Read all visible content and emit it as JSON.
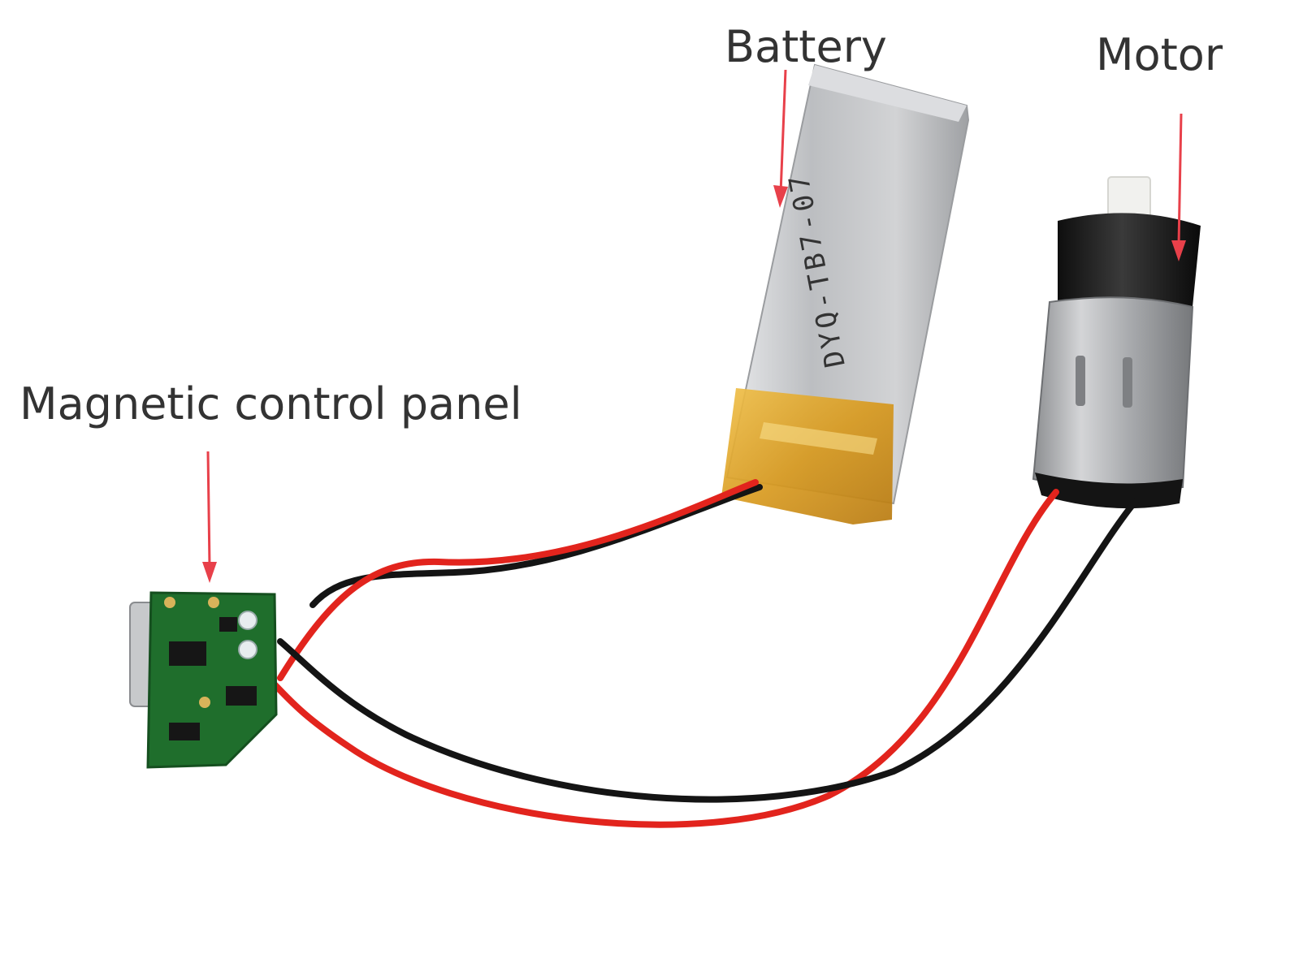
{
  "labels": {
    "battery": "Battery",
    "motor": "Motor",
    "panel": "Magnetic control panel"
  },
  "battery_print": "DYQ-TB7-07",
  "colors": {
    "background": "#ffffff",
    "label_text": "#333333",
    "arrow": "#e8404a",
    "wire_red": "#e2241d",
    "wire_black": "#141414",
    "pcb_green": "#1f6e2c",
    "battery_foil": "#c9cacc",
    "battery_tape": "#e0a72c",
    "motor_cap": "#1b1b1b",
    "motor_can": "#b9bbbd"
  }
}
